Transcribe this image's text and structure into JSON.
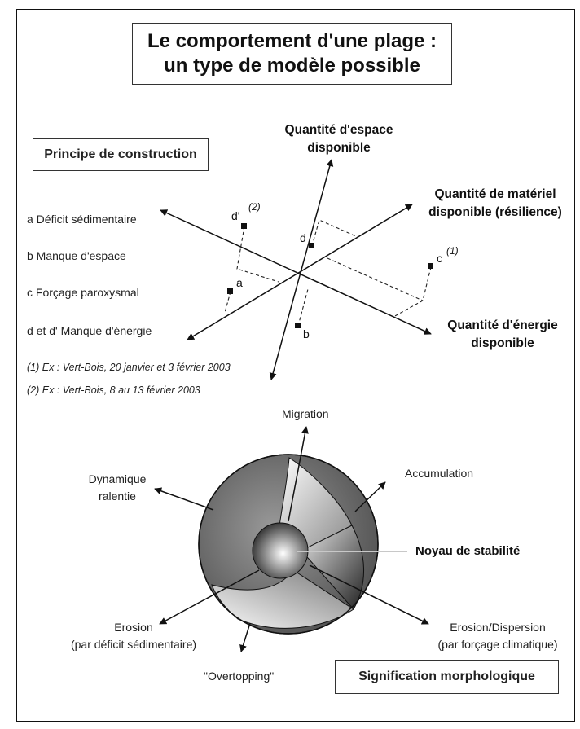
{
  "title": {
    "line1": "Le comportement d'une plage :",
    "line2": "un type de modèle possible"
  },
  "construction": {
    "box_label": "Principe de construction",
    "legend": [
      "a Déficit sédimentaire",
      "b Manque d'espace",
      "c Forçage paroxysmal",
      "d et d' Manque  d'énergie"
    ],
    "notes": [
      "(1) Ex : Vert-Bois, 20 janvier et 3 février 2003",
      "(2) Ex : Vert-Bois, 8 au 13 février 2003"
    ],
    "axes": {
      "space": [
        "Quantité d'espace",
        "disponible"
      ],
      "material": [
        "Quantité de matériel",
        "disponible (résilience)"
      ],
      "energy": [
        "Quantité d'énergie",
        "disponible"
      ]
    },
    "points": {
      "a": "a",
      "b": "b",
      "c": "c",
      "c_note": "(1)",
      "d": "d",
      "d_prime": "d'",
      "d_prime_note": "(2)"
    }
  },
  "morphology": {
    "box_label": "Signification morphologique",
    "migration": "Migration",
    "accumulation": "Accumulation",
    "dynamique": [
      "Dynamique",
      "ralentie"
    ],
    "noyau": "Noyau de stabilité",
    "erosion": [
      "Erosion",
      "(par déficit sédimentaire)"
    ],
    "dispersion": [
      "Erosion/Dispersion",
      "(par forçage climatique)"
    ],
    "overtopping": "\"Overtopping\""
  },
  "colors": {
    "ink": "#111111",
    "sphere_dark": "#555555",
    "sphere_light": "#f2f2f2",
    "indicator_line": "#c8c8c8"
  }
}
